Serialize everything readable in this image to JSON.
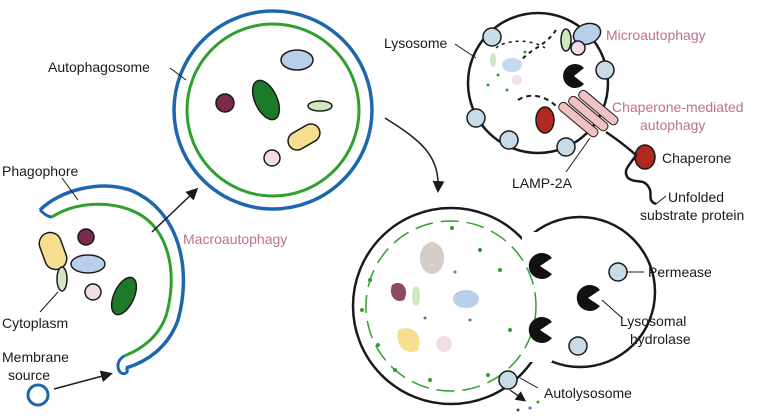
{
  "labels": {
    "autophagosome": "Autophagosome",
    "phagophore": "Phagophore",
    "cytoplasm": "Cytoplasm",
    "membrane_source_line1": "Membrane",
    "membrane_source_line2": "source",
    "macroautophagy": "Macroautophagy",
    "lysosome": "Lysosome",
    "microautophagy": "Microautophagy",
    "cma_line1": "Chaperone-mediated",
    "cma_line2": "autophagy",
    "chaperone": "Chaperone",
    "lamp2a": "LAMP-2A",
    "unfolded_line1": "Unfolded",
    "unfolded_line2": "substrate protein",
    "permease": "Permease",
    "hydrolase_line1": "Lysosomal",
    "hydrolase_line2": "hydrolase",
    "autolysosome": "Autolysosome"
  },
  "colors": {
    "outer_membrane": "#1f66b0",
    "inner_membrane": "#2ea02e",
    "pathway_label": "#c0708a",
    "outline": "#1a1a1a",
    "permease": "#c8dbe8",
    "chaperone": "#b0281e",
    "lamp2a": "#f2c2c2"
  }
}
